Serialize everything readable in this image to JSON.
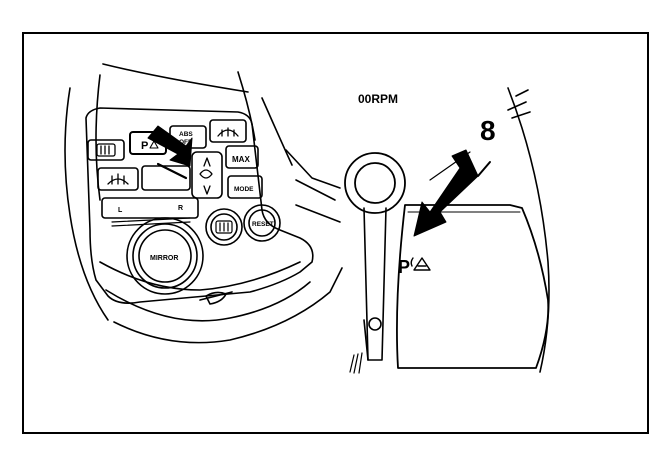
{
  "illustration": {
    "console_buttons": {
      "rear_defrost_icon": "rear-defrost-icon",
      "park_assist_label": "P",
      "abs_off_label_line1": "ABS",
      "abs_off_label_line2": "OFF",
      "defog_icon": "defog-icon",
      "fan_icon": "fan-icon",
      "max_label": "MAX",
      "mode_label": "MODE",
      "left_label": "L",
      "right_label": "R",
      "mirror_label": "MIRROR",
      "reset_label": "RESET"
    },
    "cluster": {
      "rpm_label": "00RPM",
      "gauge_number": "8",
      "indicator_label": "P"
    }
  },
  "colors": {
    "ink": "#000000",
    "paper": "#ffffff"
  }
}
